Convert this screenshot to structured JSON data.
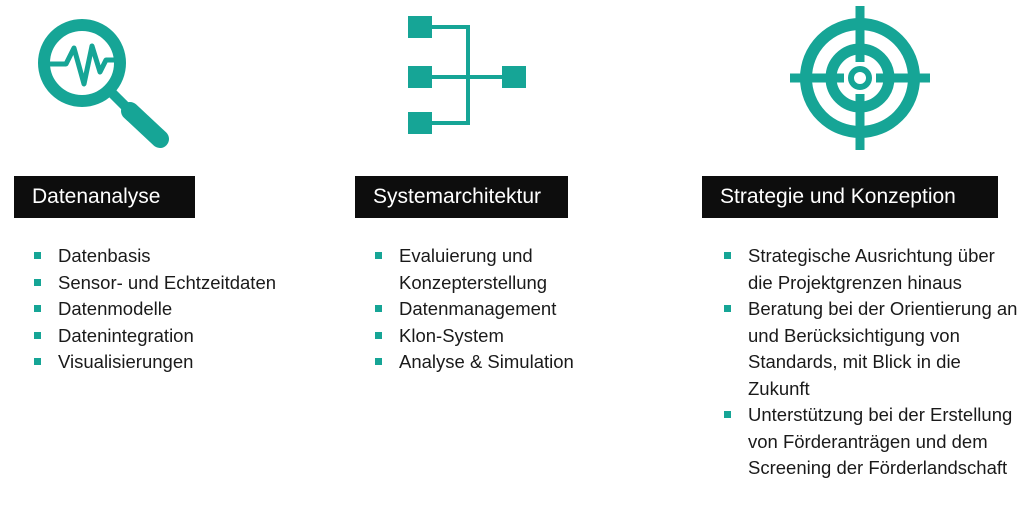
{
  "accent_color": "#16a596",
  "columns": [
    {
      "icon": "magnifier-pulse-icon",
      "title": "Datenanalyse",
      "items": [
        "Datenbasis",
        "Sensor- und Echtzeitdaten",
        "Datenmodelle",
        "Datenintegration",
        "Visualisierungen"
      ]
    },
    {
      "icon": "hierarchy-structure-icon",
      "title": "Systemarchitektur",
      "items": [
        "Evaluierung und Konzepterstellung",
        "Datenmanagement",
        "Klon-System",
        "Analyse & Simulation"
      ]
    },
    {
      "icon": "target-crosshair-icon",
      "title": "Strategie und Konzeption",
      "items": [
        "Strategische Ausrichtung über die Projektgrenzen hinaus",
        "Beratung bei der Orientierung an und Berücksichtigung von Standards, mit Blick in die Zukunft",
        "Unterstützung bei der Erstellung von Förderanträgen und dem Screening der Förderlandschaft"
      ]
    }
  ]
}
